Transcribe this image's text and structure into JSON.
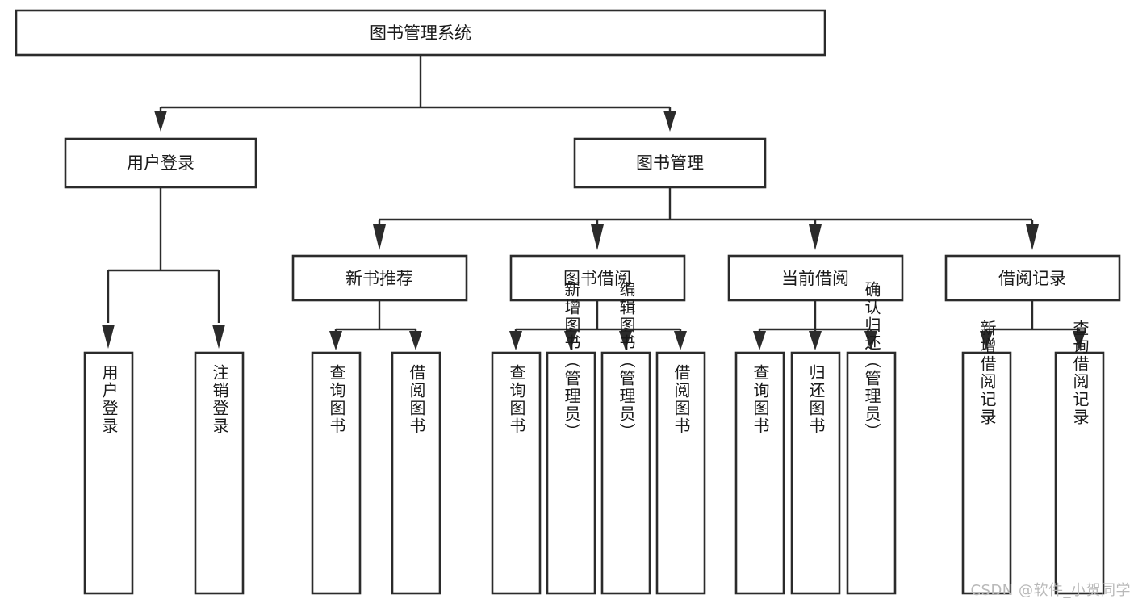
{
  "diagram": {
    "title": "图书管理系统",
    "type": "tree-hierarchy",
    "orientation": "top-down",
    "watermark": "CSDN @软件_小贺同学",
    "root": {
      "id": "root",
      "label": "图书管理系统",
      "text_direction": "horizontal"
    },
    "level2": [
      {
        "id": "user-login",
        "label": "用户登录",
        "text_direction": "horizontal"
      },
      {
        "id": "book-manage",
        "label": "图书管理",
        "text_direction": "horizontal"
      }
    ],
    "level3": [
      {
        "id": "new-book-recommend",
        "label": "新书推荐",
        "parent": "book-manage",
        "text_direction": "horizontal"
      },
      {
        "id": "book-borrow",
        "label": "图书借阅",
        "parent": "book-manage",
        "text_direction": "horizontal"
      },
      {
        "id": "current-borrow",
        "label": "当前借阅",
        "parent": "book-manage",
        "text_direction": "horizontal"
      },
      {
        "id": "borrow-record",
        "label": "借阅记录",
        "parent": "book-manage",
        "text_direction": "horizontal"
      }
    ],
    "leaves": [
      {
        "id": "leaf-user-login",
        "label": "用户登录",
        "parent": "user-login",
        "text_direction": "vertical"
      },
      {
        "id": "leaf-user-logout",
        "label": "注销登录",
        "parent": "user-login",
        "text_direction": "vertical"
      },
      {
        "id": "leaf-query-book-1",
        "label": "查询图书",
        "parent": "new-book-recommend",
        "text_direction": "vertical"
      },
      {
        "id": "leaf-borrow-book-1",
        "label": "借阅图书",
        "parent": "new-book-recommend",
        "text_direction": "vertical"
      },
      {
        "id": "leaf-query-book-2",
        "label": "查询图书",
        "parent": "book-borrow",
        "text_direction": "vertical"
      },
      {
        "id": "leaf-add-book",
        "label": "新增图书（管理员）",
        "parent": "book-borrow",
        "text_direction": "vertical"
      },
      {
        "id": "leaf-edit-book",
        "label": "编辑图书（管理员）",
        "parent": "book-borrow",
        "text_direction": "vertical"
      },
      {
        "id": "leaf-borrow-book-2",
        "label": "借阅图书",
        "parent": "book-borrow",
        "text_direction": "vertical"
      },
      {
        "id": "leaf-query-book-3",
        "label": "查询图书",
        "parent": "current-borrow",
        "text_direction": "vertical"
      },
      {
        "id": "leaf-return-book",
        "label": "归还图书",
        "parent": "current-borrow",
        "text_direction": "vertical"
      },
      {
        "id": "leaf-confirm-return",
        "label": "确认归还（管理员）",
        "parent": "current-borrow",
        "text_direction": "vertical"
      },
      {
        "id": "leaf-add-record",
        "label": "新增借阅记录",
        "parent": "borrow-record",
        "text_direction": "vertical"
      },
      {
        "id": "leaf-query-record",
        "label": "查询借阅记录",
        "parent": "borrow-record",
        "text_direction": "vertical"
      }
    ],
    "colors": {
      "stroke": "#2b2b2b",
      "fill": "#ffffff",
      "text": "#1a1a1a",
      "watermark": "#b9b9b9"
    }
  }
}
